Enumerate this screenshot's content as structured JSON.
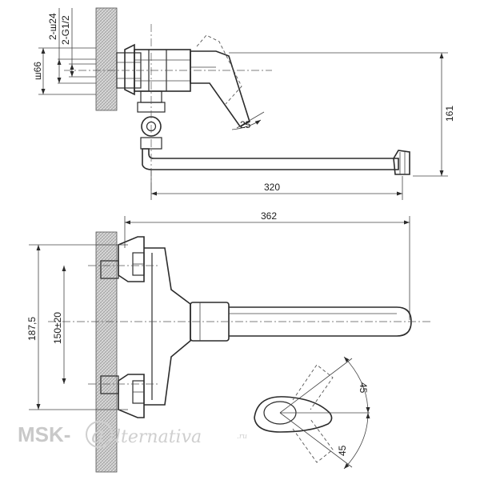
{
  "dimensions": {
    "hex_size": "2-ш24",
    "thread": "2-G1/2",
    "flange_dia": "ш66",
    "height_161": "161",
    "spout_angle": "25",
    "spout_reach": "320",
    "total_length": "362",
    "total_height": "187,5",
    "center_distance": "150±20",
    "handle_angle_top": "45",
    "handle_angle_bottom": "45"
  },
  "watermark": {
    "brand": "MSK-",
    "script_letter": "a",
    "suffix": "lternativa",
    "domain": ".ru"
  },
  "colors": {
    "line": "#2b2b2b",
    "wall_hatch": "#bdbdbd",
    "watermark": "#c9c9c9"
  }
}
